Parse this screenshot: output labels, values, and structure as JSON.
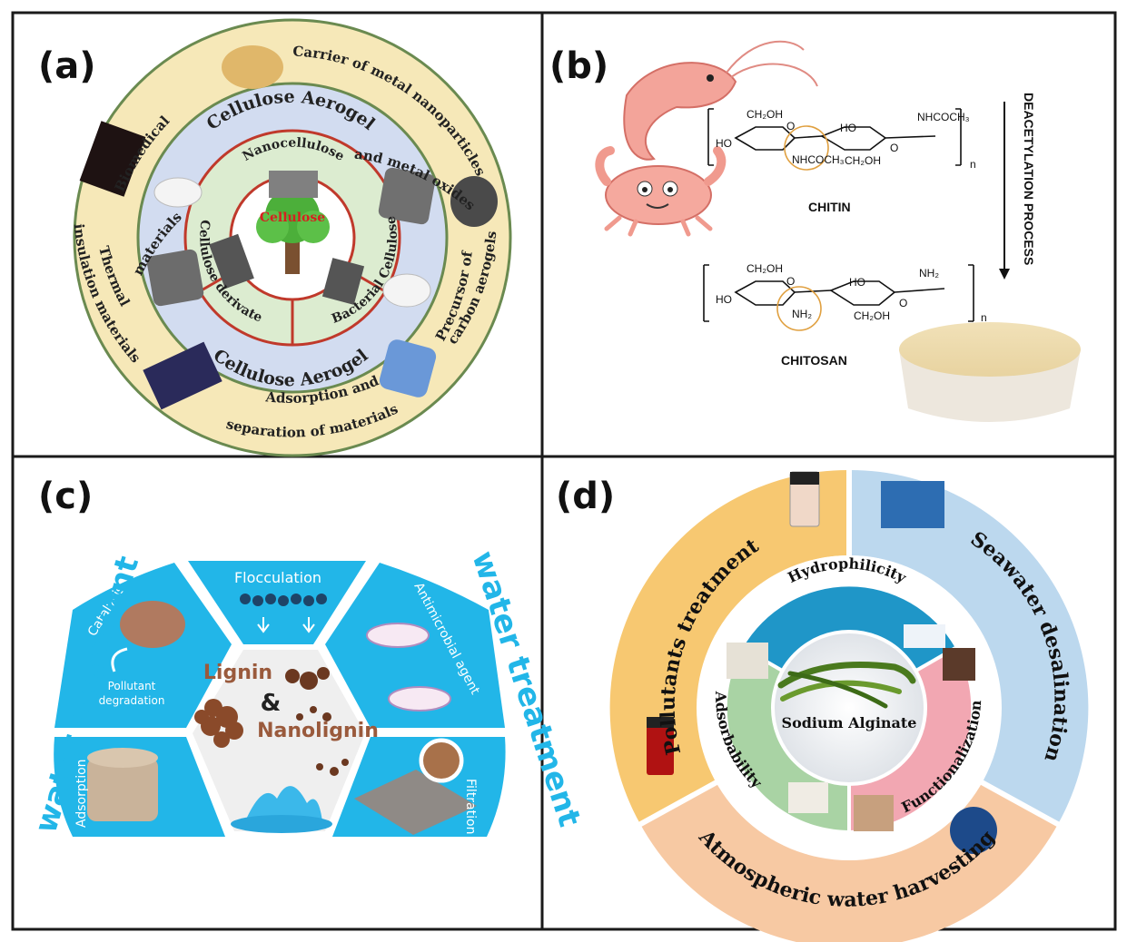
{
  "panel_a": {
    "label": "(a)",
    "outer_ring": {
      "biomedical": "Biomedical materials",
      "carrier": "Carrier of metal nanoparticles and metal oxides",
      "carrier_line1": "Carrier of metal nanoparticles",
      "carrier_line2": "and metal oxides",
      "biomedical_line1": "Biomedical",
      "biomedical_line2": "materials",
      "thermal_line1": "Thermal",
      "thermal_line2": "insulation materials",
      "precursor_line1": "Precursor of",
      "precursor_line2": "carbon aerogels",
      "adsorption_line1": "Adsorption and",
      "adsorption_line2": "separation of materials"
    },
    "middle_ring": {
      "top": "Cellulose Aerogel",
      "bottom": "Cellulose Aerogel"
    },
    "inner_sectors": [
      "Nanocellulose",
      "Cellulose derivate",
      "Bacterial Cellulose"
    ],
    "center": "Cellulose"
  },
  "panel_b": {
    "label": "(b)",
    "chitin_label": "CHITIN",
    "chitosan_label": "CHITOSAN",
    "process": "DEACETYLATION PROCESS",
    "groups": {
      "ch2oh": "CH₂OH",
      "ho": "HO",
      "o": "O",
      "nhcoch3": "NHCOCH₃",
      "nh2": "NH₂",
      "n": "n"
    }
  },
  "panel_c": {
    "label": "(c)",
    "water_left": "water treatment",
    "water_right": "water treatment",
    "segments": {
      "flocculation": "Flocculation",
      "catalysis": "Catalysis",
      "pollutant1": "Pollutant",
      "pollutant2": "degradation",
      "antimicrobial": "Antimicrobial agent",
      "adsorption": "Adsorption",
      "filtration": "Filtration"
    },
    "lignin": "Lignin",
    "amp": "&",
    "nanolignin": "Nanolignin"
  },
  "panel_d": {
    "label": "(d)",
    "outer": {
      "pollutants": "Pollutants treatment",
      "seawater": "Seawater desalination",
      "atmospheric": "Atmospheric water harvesting"
    },
    "inner": {
      "hydrophilicity": "Hydrophilicity",
      "adsorbability": "Adsorbability",
      "functionalization": "Functionalization"
    },
    "center": "Sodium Alginate"
  },
  "colors": {
    "border": "#1a1a1a",
    "a_outer": "#f6e8b8",
    "a_middle": "#d2dcf0",
    "a_inner": "#dcecd0",
    "a_ring_line": "#c0392b",
    "c_blue": "#22b6e8",
    "d_orange": "#f7c871",
    "d_blue": "#bcd8ee",
    "d_peach": "#f7c9a3",
    "d_teal": "#1f96c8",
    "d_green": "#a9d3a4",
    "d_pink": "#f2a7b2"
  }
}
